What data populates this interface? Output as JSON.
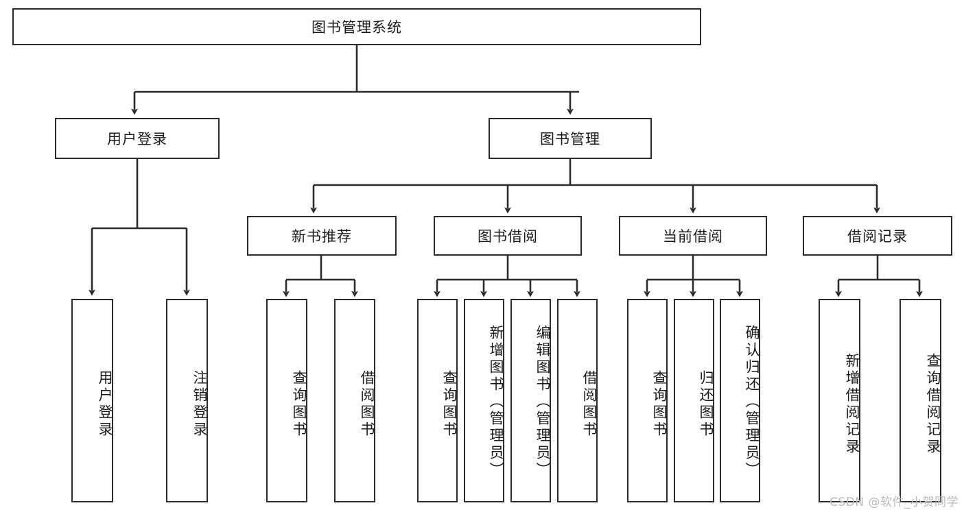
{
  "diagram": {
    "title": "图书管理系统",
    "type": "tree-hierarchy",
    "root": {
      "label": "图书管理系统"
    },
    "level2": [
      {
        "label": "用户登录"
      },
      {
        "label": "图书管理"
      }
    ],
    "level3": [
      {
        "label": "新书推荐"
      },
      {
        "label": "图书借阅"
      },
      {
        "label": "当前借阅"
      },
      {
        "label": "借阅记录"
      }
    ],
    "leaves": {
      "user_login": [
        {
          "label": "用户登录"
        },
        {
          "label": "注销登录"
        }
      ],
      "new_book_recommend": [
        {
          "label": "查询图书"
        },
        {
          "label": "借阅图书"
        }
      ],
      "book_borrow": [
        {
          "label": "查询图书"
        },
        {
          "label": "新增图书（管理员）"
        },
        {
          "label": "编辑图书（管理员）"
        },
        {
          "label": "借阅图书"
        }
      ],
      "current_borrow": [
        {
          "label": "查询图书"
        },
        {
          "label": "归还图书"
        },
        {
          "label": "确认归还（管理员）"
        }
      ],
      "borrow_records": [
        {
          "label": "新增借阅记录"
        },
        {
          "label": "查询借阅记录"
        }
      ]
    },
    "watermark": "CSDN @软件_小贺同学",
    "colors": {
      "stroke": "#2b2b2b",
      "fill": "#ffffff",
      "text": "#1a1a1a",
      "watermark": "#b9b9b9"
    }
  }
}
